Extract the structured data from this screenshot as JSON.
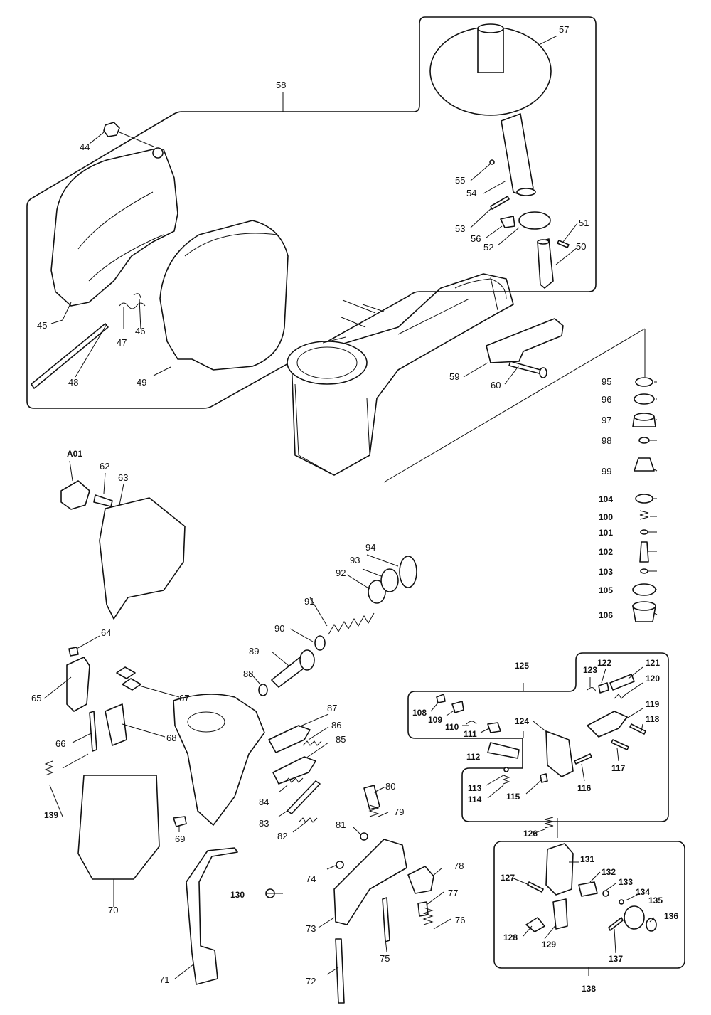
{
  "diagram": {
    "labels": [
      "44",
      "45",
      "46",
      "47",
      "48",
      "49",
      "50",
      "51",
      "52",
      "53",
      "54",
      "55",
      "56",
      "57",
      "58",
      "59",
      "60",
      "62",
      "63",
      "64",
      "65",
      "66",
      "67",
      "68",
      "69",
      "70",
      "71",
      "72",
      "73",
      "74",
      "75",
      "76",
      "77",
      "78",
      "79",
      "80",
      "81",
      "82",
      "83",
      "84",
      "85",
      "86",
      "87",
      "88",
      "89",
      "90",
      "91",
      "92",
      "93",
      "94",
      "95",
      "96",
      "97",
      "98",
      "99",
      "100",
      "101",
      "102",
      "103",
      "104",
      "105",
      "106",
      "108",
      "109",
      "110",
      "111",
      "112",
      "113",
      "114",
      "115",
      "116",
      "117",
      "118",
      "119",
      "120",
      "121",
      "122",
      "123",
      "124",
      "125",
      "126",
      "127",
      "128",
      "129",
      "130",
      "131",
      "132",
      "133",
      "134",
      "135",
      "136",
      "137",
      "138",
      "139"
    ],
    "assembly_tag": "A01"
  }
}
